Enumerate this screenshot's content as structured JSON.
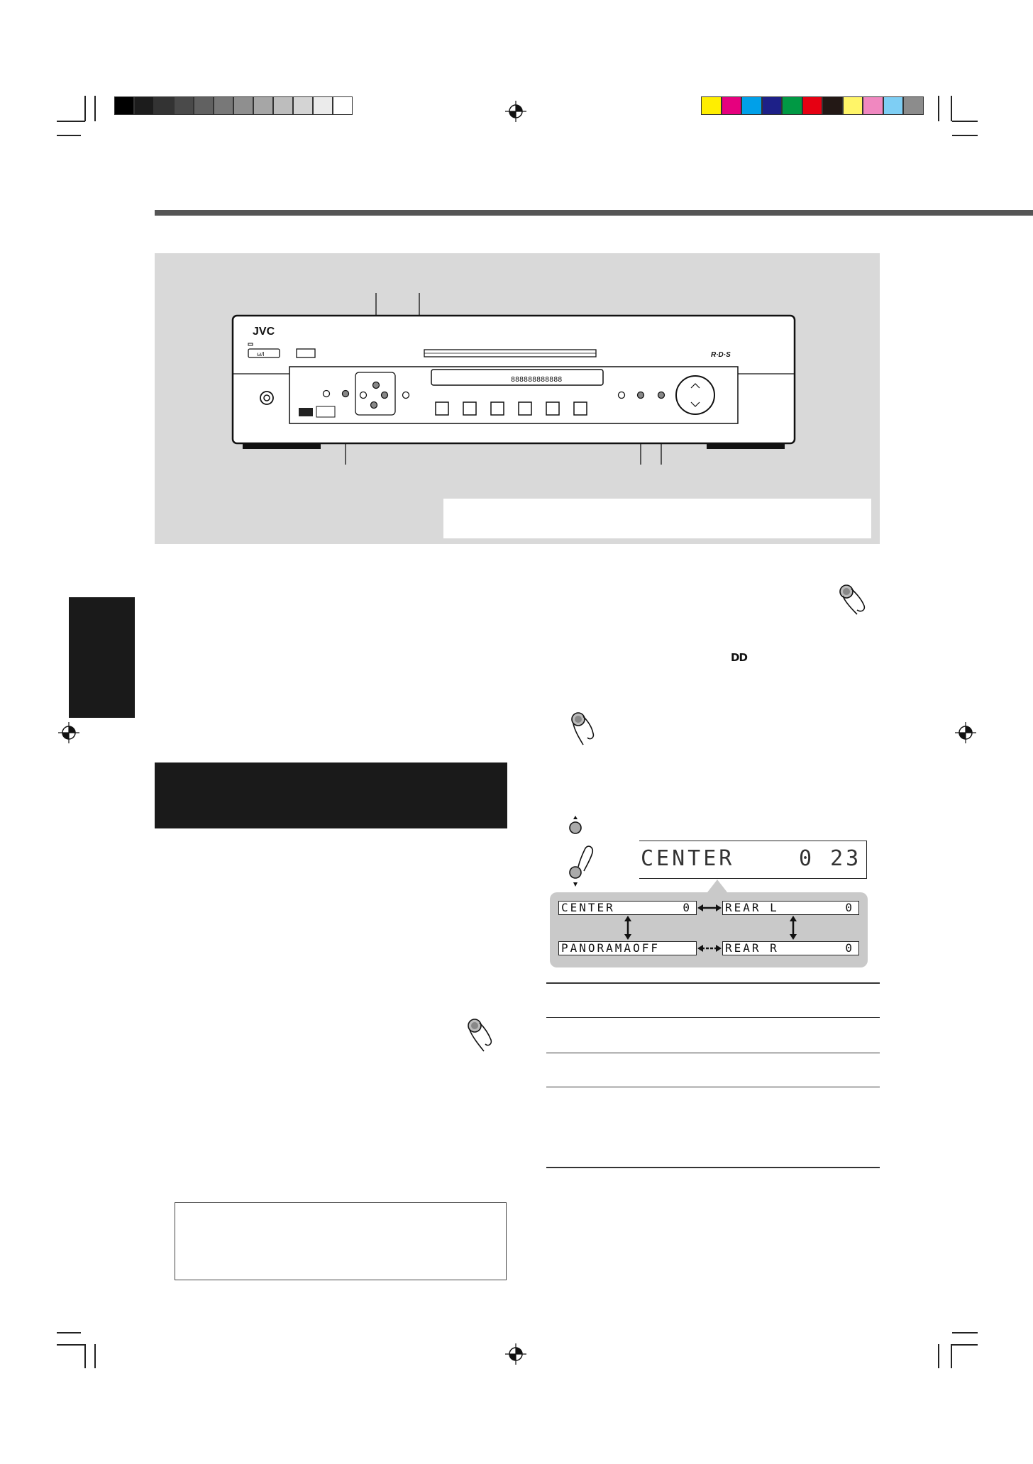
{
  "gray_swatches": [
    "#000000",
    "#1c1c1c",
    "#333333",
    "#4a4a4a",
    "#616161",
    "#787878",
    "#8f8f8f",
    "#a6a6a6",
    "#bdbdbd",
    "#d4d4d4",
    "#ebebeb",
    "#ffffff"
  ],
  "color_swatches": [
    "#ffee00",
    "#e6007e",
    "#00a0e9",
    "#1d2088",
    "#009944",
    "#e60012",
    "#231815",
    "#fff568",
    "#f088c0",
    "#7ecef4",
    "#8c8c8c"
  ],
  "receiver": {
    "brand": "JVC",
    "rds_logo": "R·D·S",
    "power_label": "ω/I",
    "display_segments": "888888888888"
  },
  "display": {
    "main_text": "CENTER",
    "value_text": "0 23"
  },
  "adjustment_flow": {
    "center": {
      "label": "CENTER",
      "value": "0"
    },
    "rear_l": {
      "label": "REAR  L",
      "value": "0"
    },
    "panorama": {
      "label": "PANORAMAOFF",
      "value": ""
    },
    "rear_r": {
      "label": "REAR  R",
      "value": "0"
    }
  },
  "dolby_symbol": "DD"
}
